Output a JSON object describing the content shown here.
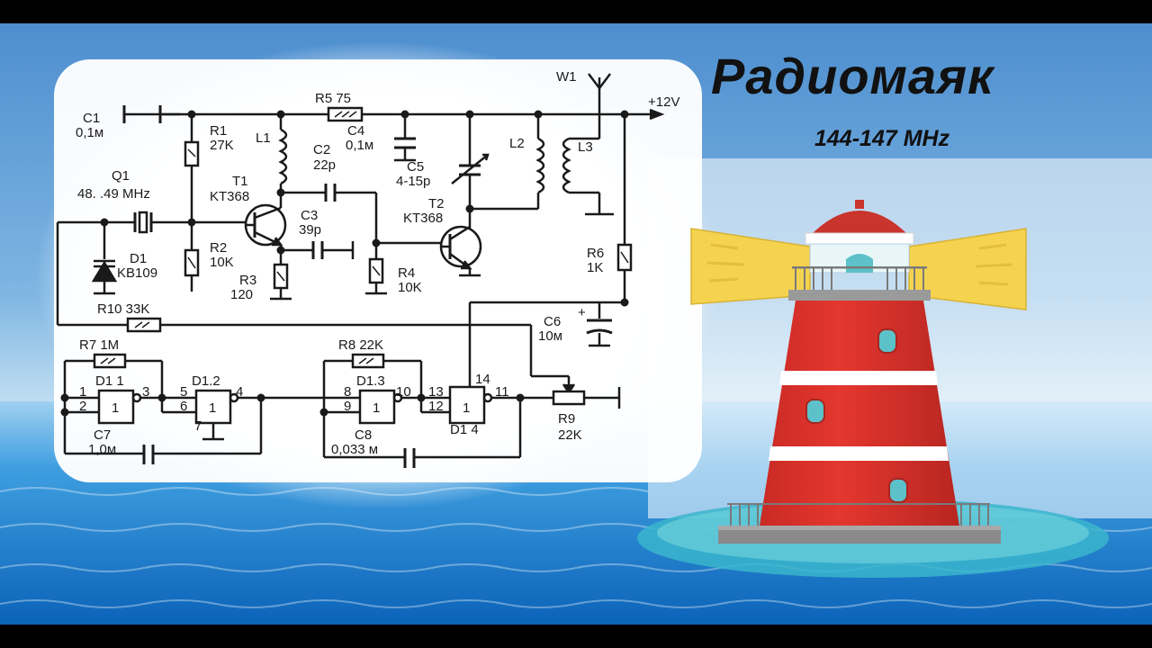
{
  "title": "Радиомаяк",
  "subtitle": "144-147 MHz",
  "colors": {
    "sky": "#5c9fd6",
    "sea": "#1d7fd0",
    "panel": "#ffffff",
    "ink": "#1a1a1a",
    "lighthouse_red": "#e0332c",
    "lighthouse_white": "#ffffff",
    "beam_yellow": "#f5d34e",
    "window_teal": "#5cc1c9",
    "roof_red": "#c9342d"
  },
  "labels": {
    "w1": "W1",
    "v12": "+12V",
    "c1": "C1",
    "c1v": "0,1м",
    "r5": "R5 75",
    "r1": "R1",
    "r1v": "27K",
    "l1": "L1",
    "c2": "C2",
    "c2v": "22p",
    "c4": "C4",
    "c4v": "0,1м",
    "c5": "C5",
    "c5v": "4-15p",
    "l2": "L2",
    "l3": "L3",
    "q1": "Q1",
    "q1v": "48. .49 MHz",
    "t1": "T1",
    "t1v": "KT368",
    "t2": "T2",
    "t2v": "KT368",
    "c3": "C3",
    "c3v": "39p",
    "d1": "D1",
    "d1v": "KB109",
    "r2": "R2",
    "r2v": "10K",
    "r3": "R3",
    "r3v": "120",
    "r4": "R4",
    "r4v": "10K",
    "r6": "R6",
    "r6v": "1K",
    "r10": "R10 33K",
    "c6": "C6",
    "c6v": "10м",
    "plus": "+",
    "r7": "R7 1M",
    "r8": "R8 22K",
    "d11": "D1 1",
    "d12": "D1.2",
    "d13": "D1.3",
    "d14": "D1 4",
    "c7": "C7",
    "c7v": "1,0м",
    "c8": "C8",
    "c8v": "0,033 м",
    "r9": "R9",
    "r9v": "22K",
    "p1": "1",
    "p2": "2",
    "p3": "3",
    "p4": "4",
    "p5": "5",
    "p6": "6",
    "p7": "7",
    "p8": "8",
    "p9": "9",
    "p10": "10",
    "p11": "11",
    "p12": "12",
    "p13": "13",
    "p14": "14",
    "g1": "1",
    "g2": "1",
    "g3": "1",
    "g4": "1"
  }
}
